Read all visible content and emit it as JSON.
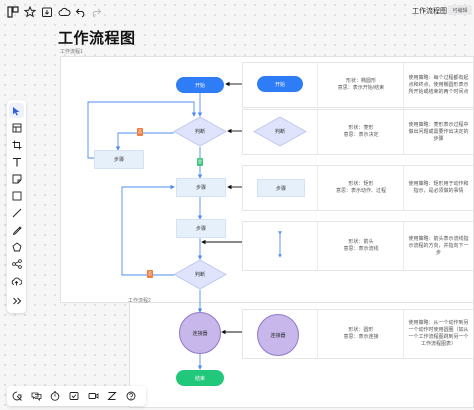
{
  "toolbar": {
    "doc_title": "工作流程图",
    "badge": "可编辑",
    "icons": [
      "logo-icon",
      "star-icon",
      "download-icon",
      "cloud-icon",
      "undo-icon",
      "redo-icon"
    ]
  },
  "canvas": {
    "title": "工作流程图",
    "frame1_label": "工作流程1",
    "frame2_label": "工作流程2"
  },
  "flow": {
    "start": "开始",
    "decision1": "判断",
    "step_left": "步骤",
    "step1": "步骤",
    "step2": "步骤",
    "decision2": "判断",
    "connector": "连接器",
    "end": "结束",
    "tag_no": "否",
    "tag_yes": "是"
  },
  "legend": [
    {
      "sample": "开始",
      "shape": "形状：椭圆形\n意思：表示开始/结束",
      "usage": "使用策略：每个过程都有起点和终点，使用椭圆形表示所开始或结束的两个时间点"
    },
    {
      "sample": "判断",
      "shape": "形状：菱形\n意思：表示决定",
      "usage": "使用策略：菱形表示过程中做出问题或需要作出决定的步骤"
    },
    {
      "sample": "步骤",
      "shape": "形状：矩形\n意思：表示动作、过程",
      "usage": "使用策略：矩形用于动作和指示，是必须做的事情"
    },
    {
      "sample": "",
      "shape": "形状：箭头\n意思：表示流线",
      "usage": "使用策略：箭头表示流线指示流程的方向，并指向下一步"
    },
    {
      "sample": "连接器",
      "shape": "形状：圆形\n意思：表示连接",
      "usage": "使用策略：从一个动作到另一个动作时使用圆圈（如从一个工作流程图跳到另一个工作流程图表）"
    }
  ],
  "left_tools": [
    "pointer-icon",
    "frame-icon",
    "crop-icon",
    "text-icon",
    "sticky-note-icon",
    "rectangle-icon",
    "line-icon",
    "pen-icon",
    "shape-icon",
    "share-icon",
    "upload-icon",
    "more-icon"
  ],
  "bottom_tools": [
    "pointer-icon",
    "comment-icon",
    "timer-icon",
    "vote-icon",
    "video-icon",
    "zoom-icon",
    "help-icon"
  ],
  "colors": {
    "start_blue": "#2e7cf6",
    "end_green": "#21c77b",
    "step_fill": "#e6f0fb",
    "diamond_fill": "#dfe3fb",
    "connector_purple": "#c7b7ea",
    "flow_line": "#4d8df2",
    "tag_orange": "#f07b3f",
    "tag_green": "#3cc47c"
  }
}
